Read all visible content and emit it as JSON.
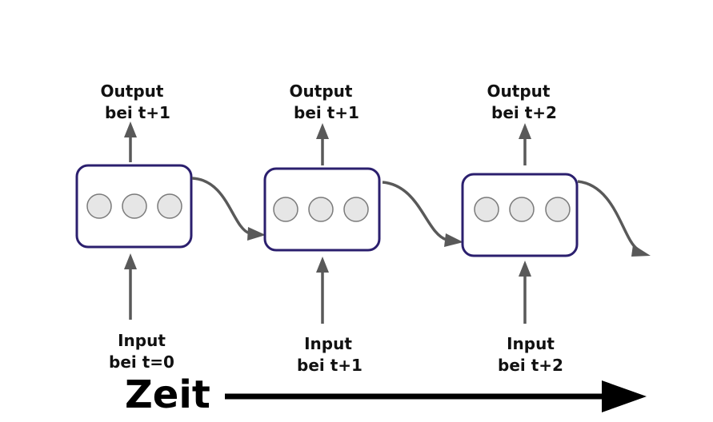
{
  "cells": [
    {
      "output_line1": "Output",
      "output_line2": "bei t+1",
      "input_line1": "Input",
      "input_line2": "bei t=0"
    },
    {
      "output_line1": "Output",
      "output_line2": "bei t+1",
      "input_line1": "Input",
      "input_line2": "bei t+1"
    },
    {
      "output_line1": "Output",
      "output_line2": "bei t+2",
      "input_line1": "Input",
      "input_line2": "bei t+2"
    }
  ],
  "time_axis": {
    "label": "Zeit"
  },
  "colors": {
    "cell_border": "#2b1f6e",
    "neuron_fill": "#e6e6e6",
    "arrow": "#595959",
    "time_arrow": "#000000"
  }
}
